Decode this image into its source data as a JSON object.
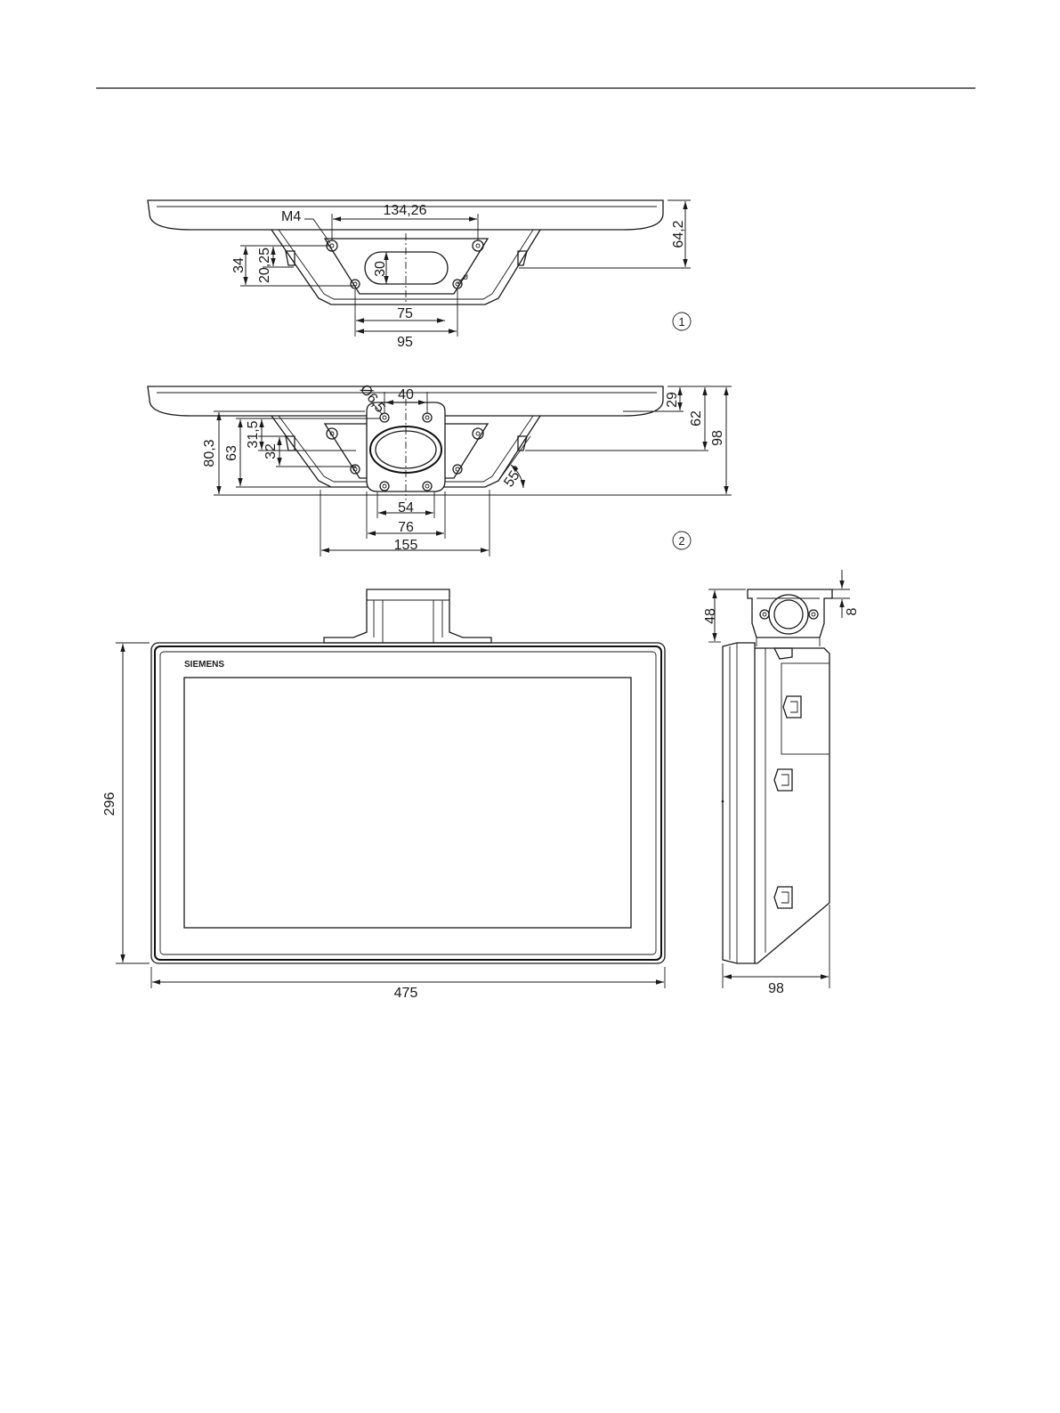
{
  "drawing": {
    "view1": {
      "callout": "1",
      "thread_label": "M4",
      "hole_marker": "ø",
      "dims": {
        "d_134_26": "134,26",
        "d_30": "30",
        "d_75": "75",
        "d_95": "95",
        "d_34": "34",
        "d_20_25": "20,25",
        "d_64_2": "64,2"
      }
    },
    "view2": {
      "callout": "2",
      "hole_label": "Ø6,5",
      "angle_label": "55°",
      "dims": {
        "d_40": "40",
        "d_54": "54",
        "d_76": "76",
        "d_155": "155",
        "d_80_3": "80,3",
        "d_63": "63",
        "d_31_5": "31,5",
        "d_32": "32",
        "d_29": "29",
        "d_62": "62",
        "d_98": "98"
      }
    },
    "front": {
      "brand": "SIEMENS",
      "dims": {
        "width": "475",
        "height": "296"
      }
    },
    "side": {
      "dims": {
        "depth": "98",
        "d_48": "48",
        "d_8": "8"
      }
    }
  }
}
